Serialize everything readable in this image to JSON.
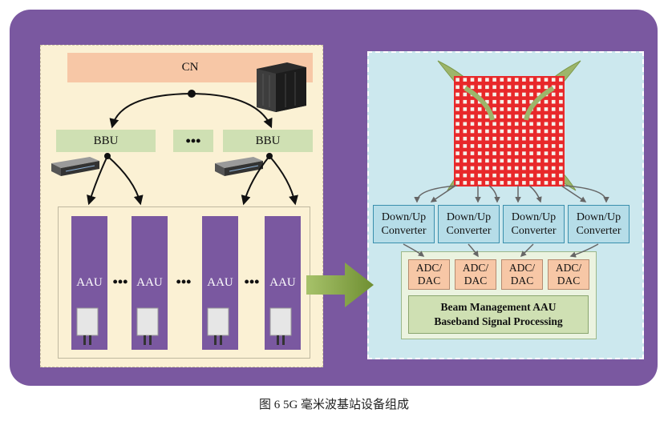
{
  "diagram": {
    "core": {
      "label": "CN"
    },
    "bbu_units": [
      {
        "label": "BBU"
      },
      {
        "label": "BBU"
      }
    ],
    "bbu_ellipsis": "•••",
    "aau_units": [
      {
        "label": "AAU"
      },
      {
        "label": "AAU"
      },
      {
        "label": "AAU"
      },
      {
        "label": "AAU"
      }
    ],
    "aau_ellipsis": "•••",
    "converters": [
      {
        "line1": "Down/Up",
        "line2": "Converter"
      },
      {
        "line1": "Down/Up",
        "line2": "Converter"
      },
      {
        "line1": "Down/Up",
        "line2": "Converter"
      },
      {
        "line1": "Down/Up",
        "line2": "Converter"
      }
    ],
    "adc_units": [
      {
        "line1": "ADC/",
        "line2": "DAC"
      },
      {
        "line1": "ADC/",
        "line2": "DAC"
      },
      {
        "line1": "ADC/",
        "line2": "DAC"
      },
      {
        "line1": "ADC/",
        "line2": "DAC"
      }
    ],
    "beam_box": {
      "line1": "Beam Management AAU",
      "line2": "Baseband Signal Processing"
    },
    "colors": {
      "frame": "#7a58a0",
      "cn": "#f7c7a6",
      "bbu": "#cfe0b3",
      "antenna_grid": "#e8282a",
      "big_arrow": "#7f9f3f"
    }
  },
  "caption": "图  6 5G 毫米波基站设备组成"
}
